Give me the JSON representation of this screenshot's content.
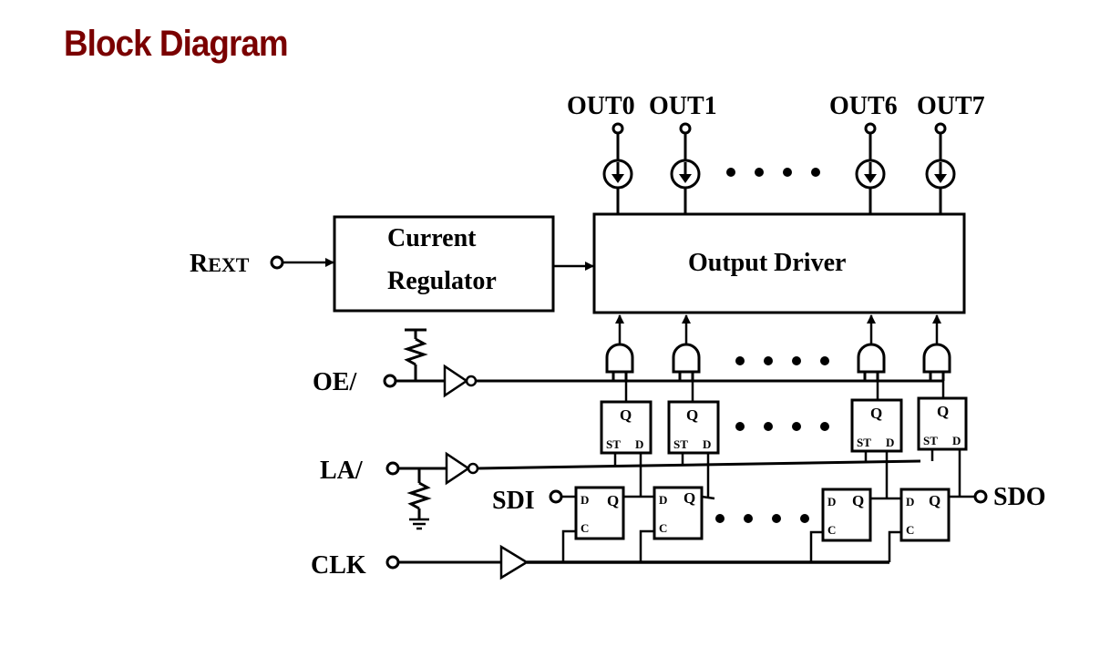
{
  "title": "Block Diagram",
  "colors": {
    "title": "#7a0000",
    "line": "#000000",
    "background": "#ffffff"
  },
  "blocks": {
    "current_regulator": [
      "Current",
      "Regulator"
    ],
    "output_driver": "Output Driver"
  },
  "pins": {
    "rext_big": "R",
    "rext_small": "EXT",
    "oe": "OE/",
    "la": "LA/",
    "clk": "CLK",
    "sdi": "SDI",
    "sdo": "SDO"
  },
  "outputs": [
    "OUT0",
    "OUT1",
    "OUT6",
    "OUT7"
  ],
  "cell_labels": {
    "q": "Q",
    "st": "ST",
    "d": "D",
    "c": "C"
  }
}
